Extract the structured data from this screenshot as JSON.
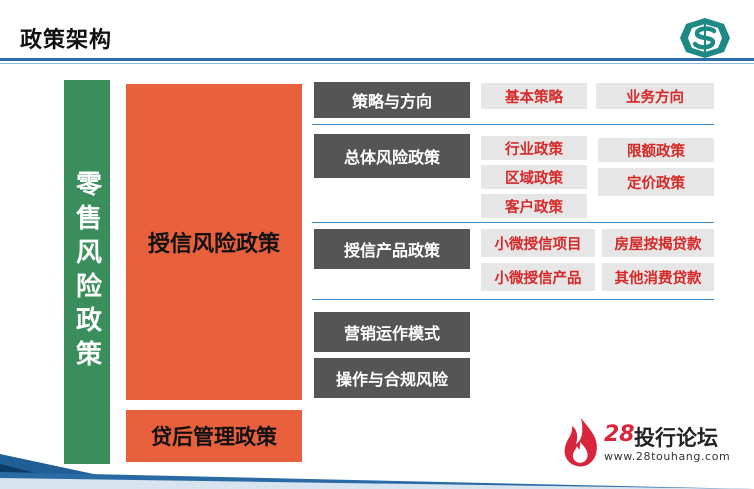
{
  "header": {
    "title": "政策架构"
  },
  "left_column": {
    "label": "零售风险政策"
  },
  "center": {
    "main": "授信风险政策",
    "post": "贷后管理政策"
  },
  "rows": {
    "strategy": {
      "label": "策略与方向",
      "items": [
        "基本策略",
        "业务方向"
      ]
    },
    "overall": {
      "label": "总体风险政策",
      "items": [
        "行业政策",
        "区域政策",
        "客户政策",
        "限额政策",
        "定价政策"
      ]
    },
    "product": {
      "label": "授信产品政策",
      "items": [
        "小微授信项目",
        "房屋按揭贷款",
        "小微授信产品",
        "其他消费贷款"
      ]
    },
    "marketing": {
      "label": "营销运作模式"
    },
    "compliance": {
      "label": "操作与合规风险"
    }
  },
  "brand": {
    "number": "28",
    "name": "投行论坛",
    "url": "www.28touhang.com"
  },
  "colors": {
    "green": "#3a8e5b",
    "orange": "#e8603c",
    "dark": "#555555",
    "red_text": "#d72828",
    "blue_line": "#2e6ea8"
  }
}
